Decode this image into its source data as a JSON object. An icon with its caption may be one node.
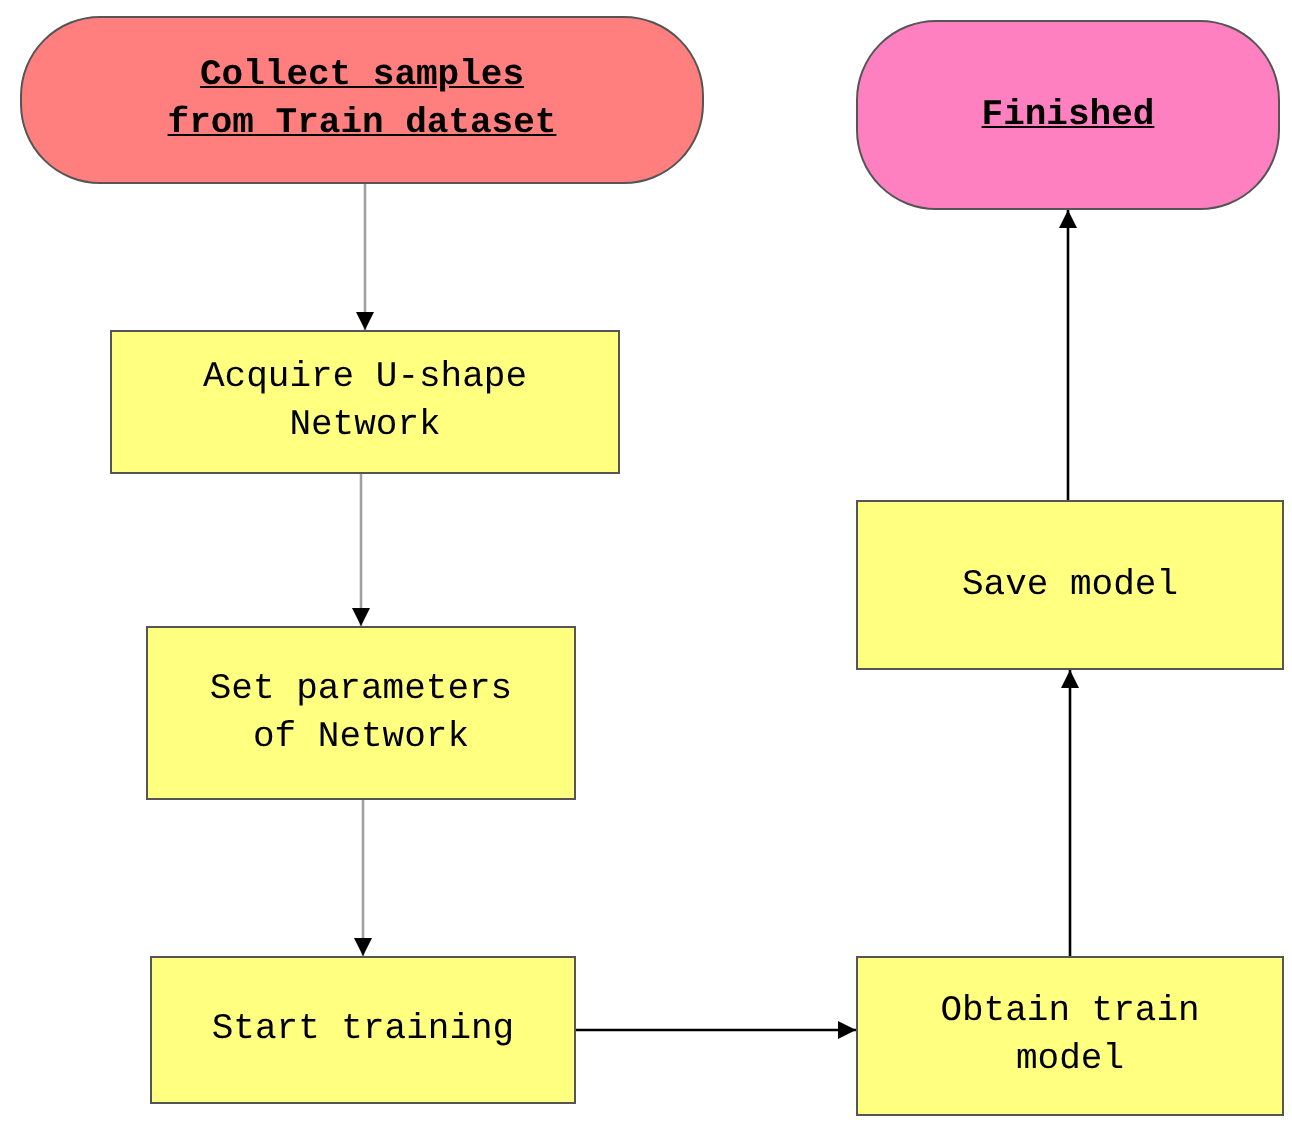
{
  "diagram": {
    "nodes": [
      {
        "text": [
          "Collect samples from Train dataset"
        ]
      },
      {
        "text": [
          "Acquire U-shape Network"
        ]
      },
      {
        "text": [
          "Set parameters of Network"
        ]
      },
      {
        "text": [
          "Start training"
        ]
      },
      {
        "text": [
          "Obtain train model"
        ]
      },
      {
        "text": [
          "Save model"
        ]
      },
      {
        "text": [
          "Finished"
        ]
      }
    ],
    "edges": [
      {
        "from": 0,
        "to": 1,
        "arrow": "to",
        "color": "#a0a0a0"
      },
      {
        "from": 1,
        "to": 2,
        "arrow": "to",
        "color": "#a0a0a0"
      },
      {
        "from": 2,
        "to": 3,
        "arrow": "to",
        "color": "#a0a0a0"
      },
      {
        "from": 3,
        "to": 4,
        "arrow": "to",
        "color": "#000000"
      },
      {
        "from": 4,
        "to": 5,
        "arrow": "to",
        "color": "#000000"
      },
      {
        "from": 5,
        "to": 6,
        "arrow": "to",
        "color": "#000000"
      }
    ]
  }
}
